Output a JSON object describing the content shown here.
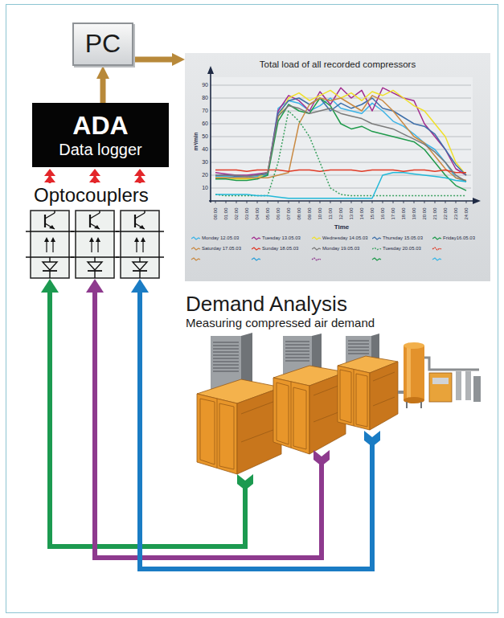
{
  "diagram": {
    "title": "Demand Analysis",
    "nodes": [
      {
        "text": [
          "PC"
        ]
      },
      {
        "text": [
          "ADA",
          "Data logger"
        ]
      },
      {
        "text": [
          "Total load of all recorded compressors"
        ]
      }
    ],
    "edges": [
      {
        "from": 1,
        "to": 0,
        "arrow": "to"
      },
      {
        "from": 0,
        "to": 2,
        "arrow": "to"
      }
    ],
    "labels": [
      "Optocouplers",
      "Measuring compressed air demand",
      "90",
      "80",
      "70",
      "60",
      "50",
      "40",
      "30",
      "20",
      "10",
      "m³/min",
      "00:00",
      "01:00",
      "02:00",
      "03:00",
      "04:00",
      "05:00",
      "06:00",
      "07:00",
      "08:00",
      "09:00",
      "10:00",
      "11:00",
      "12:00",
      "13:00",
      "14:00",
      "15:00",
      "16:00",
      "17:00",
      "18:00",
      "19:00",
      "20:00",
      "21:00",
      "22:00",
      "23:00",
      "24:00",
      "Time"
    ],
    "legend": [
      {
        "text": "Monday 12.05.03"
      },
      {
        "text": "Tuesday 13.05.03"
      },
      {
        "text": "Wednesday 14.05.03"
      },
      {
        "text": "Thursday 15.05.03"
      },
      {
        "text": "Friday16.05.03"
      },
      {
        "text": "Saturday 17.05.03"
      },
      {
        "text": "Sunday 18.05.03"
      },
      {
        "text": "Monday 19.05.03"
      },
      {
        "text": "Tuesday 20.05.03"
      }
    ]
  }
}
